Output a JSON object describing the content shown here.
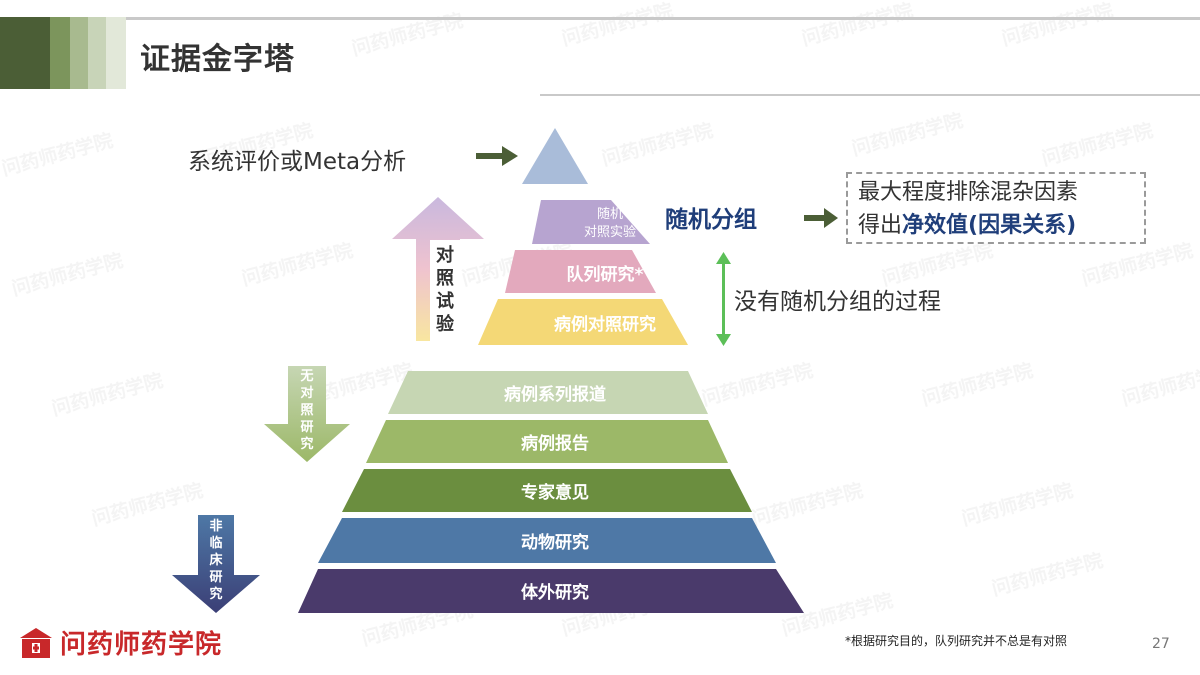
{
  "header": {
    "title": "证据金字塔"
  },
  "pyramid": {
    "top_label": "系统评价或Meta分析",
    "layers": [
      {
        "label": "随机\n对照实验",
        "color": "#b7a4d0"
      },
      {
        "label": "队列研究*",
        "color": "#e3a9bd"
      },
      {
        "label": "病例对照研究",
        "color": "#f4d876"
      },
      {
        "label": "病例系列报道",
        "color": "#c6d6b3"
      },
      {
        "label": "病例报告",
        "color": "#9cb868"
      },
      {
        "label": "专家意见",
        "color": "#6b8e3f"
      },
      {
        "label": "动物研究",
        "color": "#4e78a6"
      },
      {
        "label": "体外研究",
        "color": "#4a3a6b"
      }
    ]
  },
  "annotations": {
    "random_group": "随机分组",
    "box_line1": "最大程度排除混杂因素",
    "box_line2_prefix": "得出",
    "box_line2_highlight": "净效值(因果关系)",
    "no_random": "没有随机分组的过程",
    "control_trial": [
      "对",
      "照",
      "试",
      "验"
    ],
    "no_control": [
      "无",
      "对",
      "照",
      "研",
      "究"
    ],
    "non_clinical": [
      "非",
      "临",
      "床",
      "研",
      "究"
    ]
  },
  "footer": {
    "brand": "问药师药学院",
    "note": "*根据研究目的，队列研究并不总是有对照",
    "page_number": "27"
  },
  "colors": {
    "accent_dark_green": "#4b5e36",
    "arrow_green": "#4b5e36",
    "highlight_blue": "#1f3e7a",
    "brand_red": "#c8282a"
  }
}
